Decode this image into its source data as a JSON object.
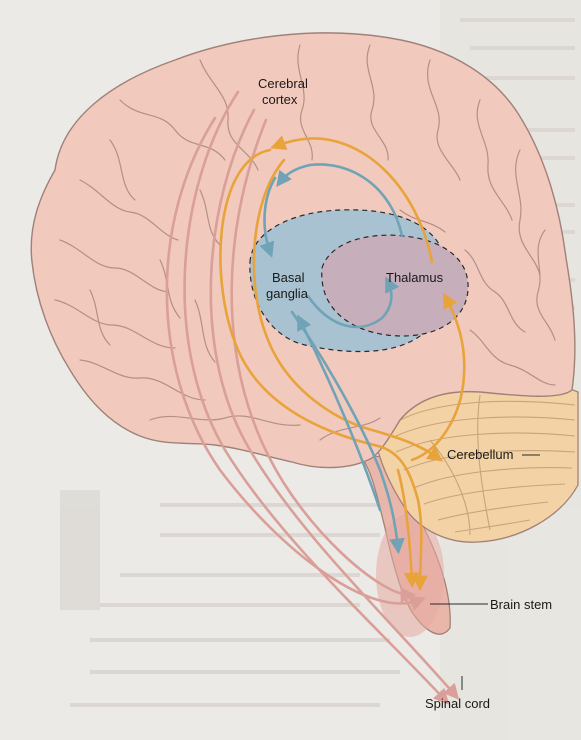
{
  "diagram": {
    "labels": {
      "cerebral_cortex_line1": "Cerebral",
      "cerebral_cortex_line2": "cortex",
      "basal_ganglia_line1": "Basal",
      "basal_ganglia_line2": "ganglia",
      "thalamus": "Thalamus",
      "cerebellum": "Cerebellum",
      "brain_stem": "Brain stem",
      "spinal_cord": "Spinal cord"
    },
    "colors": {
      "brain_fill": "#f2c9bd",
      "brain_outline": "#a0817a",
      "basal_ganglia": "#a9c2d2",
      "thalamus": "#c7aebb",
      "cerebellum": "#f3d2a6",
      "brain_stem": "#e9b7aa",
      "orange_pathway": "#e8a33a",
      "blue_pathway": "#6fa3b5",
      "descending_pathway": "#d99f98",
      "page_background": "#eceae6"
    }
  }
}
